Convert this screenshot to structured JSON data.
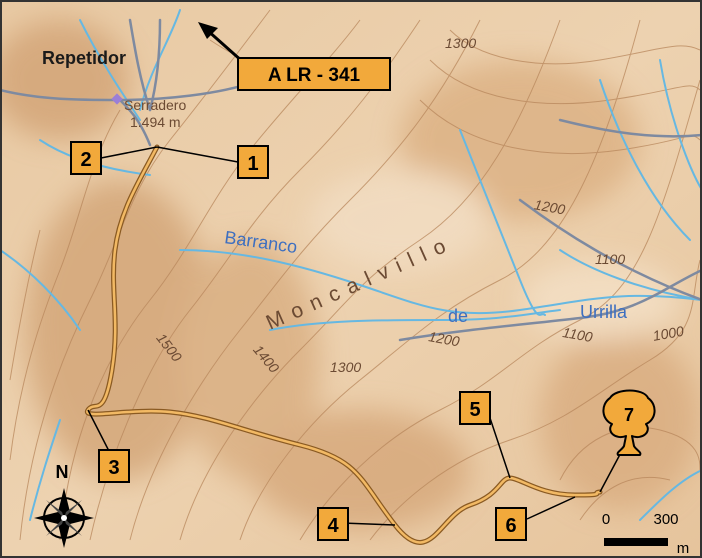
{
  "map": {
    "places": {
      "repeater": "Repetidor",
      "peak_name": "Serradero",
      "peak_elevation": "1.494 m",
      "road_sign": "A LR - 341"
    },
    "waypoints": [
      "1",
      "2",
      "3",
      "4",
      "5",
      "6",
      "7"
    ],
    "waypoint_7_icon": "tree-icon",
    "contours": [
      "1300",
      "1200",
      "1100",
      "1000",
      "1100",
      "1200",
      "1300",
      "1400",
      "1500"
    ],
    "water_labels": {
      "barranco": "Barranco",
      "de": "de",
      "urrilla": "Urrilla"
    },
    "area_label": "Moncalvillo",
    "north": "N",
    "scale": {
      "zero": "0",
      "max": "300",
      "unit": "m"
    },
    "colors": {
      "terrain_light": "#f2dcc0",
      "terrain_mid": "#e3bf95",
      "terrain_dark": "#c99a6c",
      "contour": "#b8875c",
      "river": "#66b8e2",
      "road": "#7e8aa0",
      "trail": "#e0a24a",
      "badge": "#f2a93b",
      "water_text": "#3d6fc0",
      "contour_text": "#6b4a33"
    }
  }
}
